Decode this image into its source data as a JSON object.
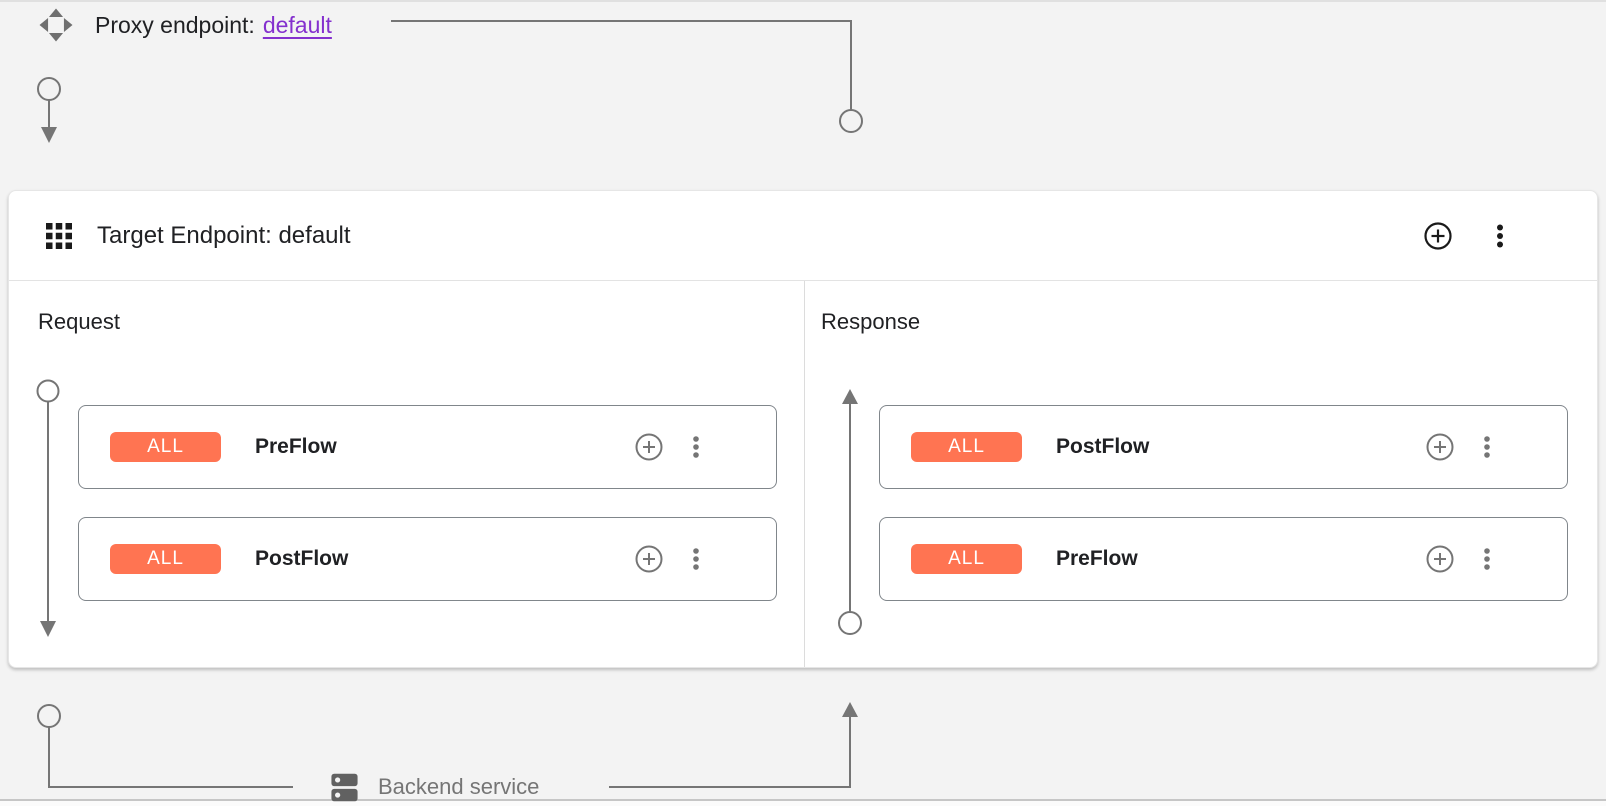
{
  "colors": {
    "canvas_bg": "#f3f3f3",
    "badge_orange": "#ff7452",
    "link_purple": "#8430ce",
    "connector_gray": "#757575",
    "card_border_gray": "#80868b",
    "text_dark": "#202124"
  },
  "proxy_endpoint": {
    "icon": "move-diamond-icon",
    "label": "Proxy endpoint:",
    "link_text": "default"
  },
  "target_endpoint": {
    "icon": "grid-icon",
    "title": "Target Endpoint: default",
    "header_actions": {
      "add": "add-circle-icon",
      "more": "more-vert-icon"
    },
    "request": {
      "label": "Request",
      "flows": [
        {
          "badge": "ALL",
          "name": "PreFlow"
        },
        {
          "badge": "ALL",
          "name": "PostFlow"
        }
      ]
    },
    "response": {
      "label": "Response",
      "flows": [
        {
          "badge": "ALL",
          "name": "PostFlow"
        },
        {
          "badge": "ALL",
          "name": "PreFlow"
        }
      ]
    }
  },
  "backend_service": {
    "icon": "dns-server-icon",
    "label": "Backend service"
  }
}
